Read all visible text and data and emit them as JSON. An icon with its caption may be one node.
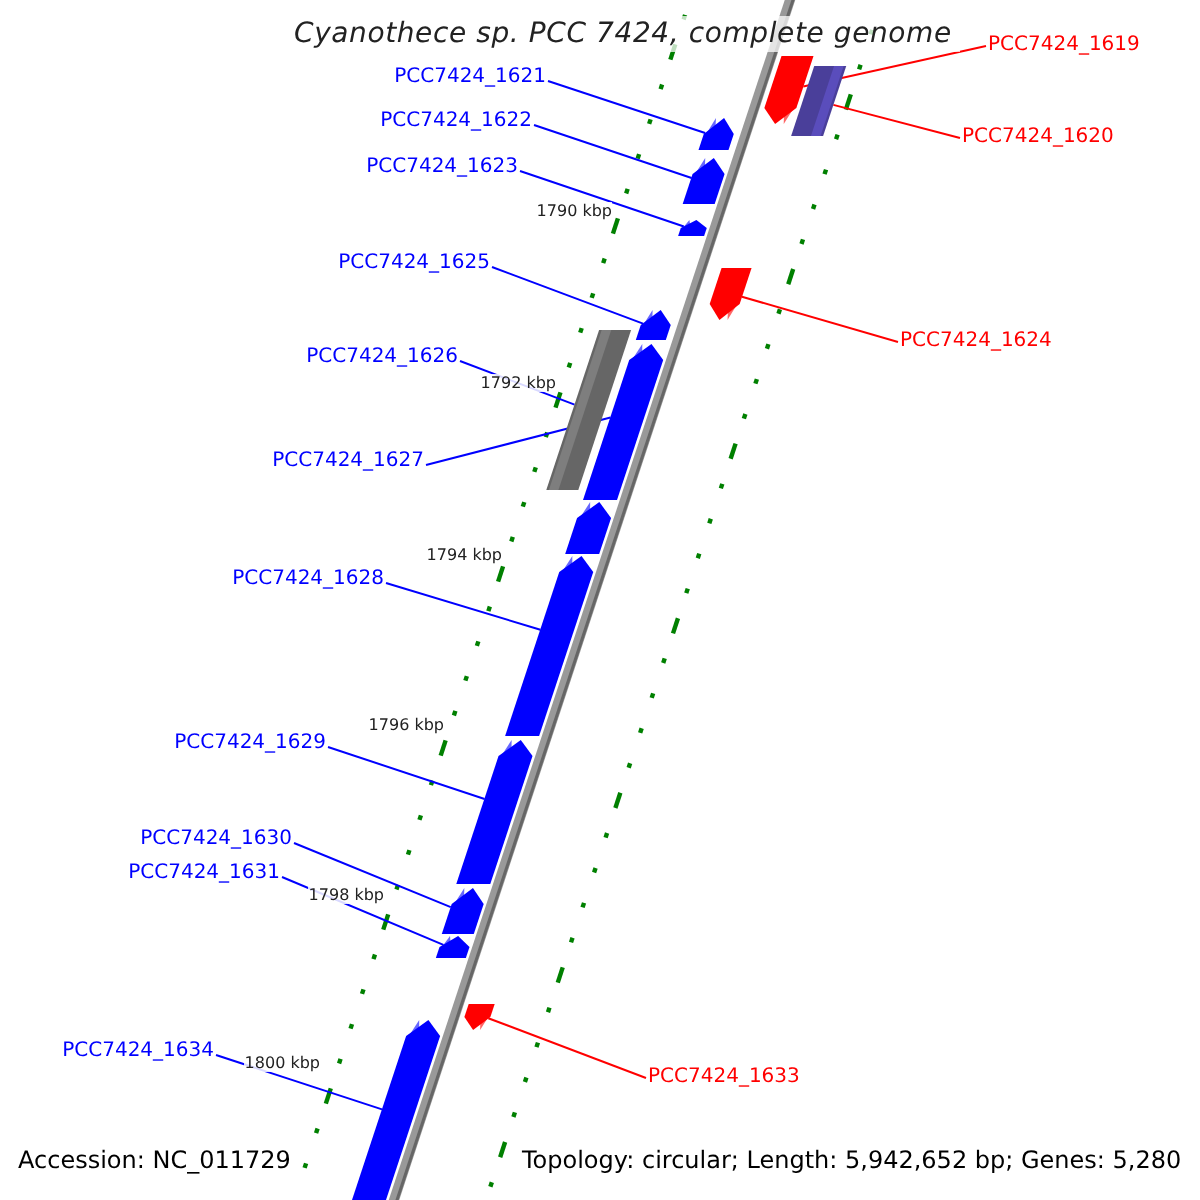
{
  "diagram": {
    "title": "Cyanothece sp. PCC 7424, complete genome",
    "nodes": [
      {
        "text": [
          "PCC7424_1619"
        ]
      },
      {
        "text": [
          "PCC7424_1620"
        ]
      },
      {
        "text": [
          "PCC7424_1621"
        ]
      },
      {
        "text": [
          "PCC7424_1622"
        ]
      },
      {
        "text": [
          "PCC7424_1623"
        ]
      },
      {
        "text": [
          "PCC7424_1625"
        ]
      },
      {
        "text": [
          "PCC7424_1624"
        ]
      },
      {
        "text": [
          "PCC7424_1626"
        ]
      },
      {
        "text": [
          "PCC7424_1627"
        ]
      },
      {
        "text": [
          "PCC7424_1628"
        ]
      },
      {
        "text": [
          "PCC7424_1629"
        ]
      },
      {
        "text": [
          "PCC7424_1630"
        ]
      },
      {
        "text": [
          "PCC7424_1631"
        ]
      },
      {
        "text": [
          "PCC7424_1634"
        ]
      },
      {
        "text": [
          "PCC7424_1633"
        ]
      },
      {
        "text": [],
        "shape": "pentagon"
      },
      {
        "text": [],
        "shape": "bar"
      },
      {
        "text": [],
        "shape": "pentagon"
      },
      {
        "text": [],
        "shape": "pentagon"
      },
      {
        "text": [],
        "shape": "pentagon"
      },
      {
        "text": [],
        "shape": "pentagon"
      },
      {
        "text": [],
        "shape": "pentagon"
      },
      {
        "text": [],
        "shape": "bar"
      },
      {
        "text": [],
        "shape": "pentagon"
      },
      {
        "text": [],
        "shape": "pentagon"
      },
      {
        "text": [],
        "shape": "pentagon"
      },
      {
        "text": [],
        "shape": "pentagon"
      },
      {
        "text": [],
        "shape": "pentagon"
      },
      {
        "text": [],
        "shape": "pentagon"
      },
      {
        "text": [],
        "shape": "pentagon"
      },
      {
        "text": [],
        "shape": "pentagon"
      }
    ],
    "edges": [
      {
        "from": 0,
        "to": 15,
        "arrow": "none",
        "color": "#ff0000"
      },
      {
        "from": 1,
        "to": 16,
        "arrow": "none",
        "color": "#ff0000"
      },
      {
        "from": 2,
        "to": 17,
        "arrow": "none"
      },
      {
        "from": 3,
        "to": 18,
        "arrow": "none"
      },
      {
        "from": 4,
        "to": 19,
        "arrow": "none"
      },
      {
        "from": 5,
        "to": 21,
        "arrow": "none"
      },
      {
        "from": 6,
        "to": 20,
        "arrow": "none",
        "color": "#ff0000"
      },
      {
        "from": 7,
        "to": 22,
        "arrow": "none"
      },
      {
        "from": 8,
        "to": 23,
        "arrow": "none"
      },
      {
        "from": 9,
        "to": 25,
        "arrow": "none"
      },
      {
        "from": 10,
        "to": 26,
        "arrow": "none"
      },
      {
        "from": 11,
        "to": 27,
        "arrow": "none"
      },
      {
        "from": 12,
        "to": 28,
        "arrow": "none"
      },
      {
        "from": 13,
        "to": 30,
        "arrow": "none"
      },
      {
        "from": 14,
        "to": 29,
        "arrow": "none",
        "color": "#ff0000"
      }
    ],
    "labels": [
      "1790 kbp",
      "1792 kbp",
      "1794 kbp",
      "1796 kbp",
      "1798 kbp",
      "1800 kbp",
      "Accession: NC_011729",
      "Topology: circular; Length: 5,942,652 bp; Genes: 5,280"
    ]
  }
}
